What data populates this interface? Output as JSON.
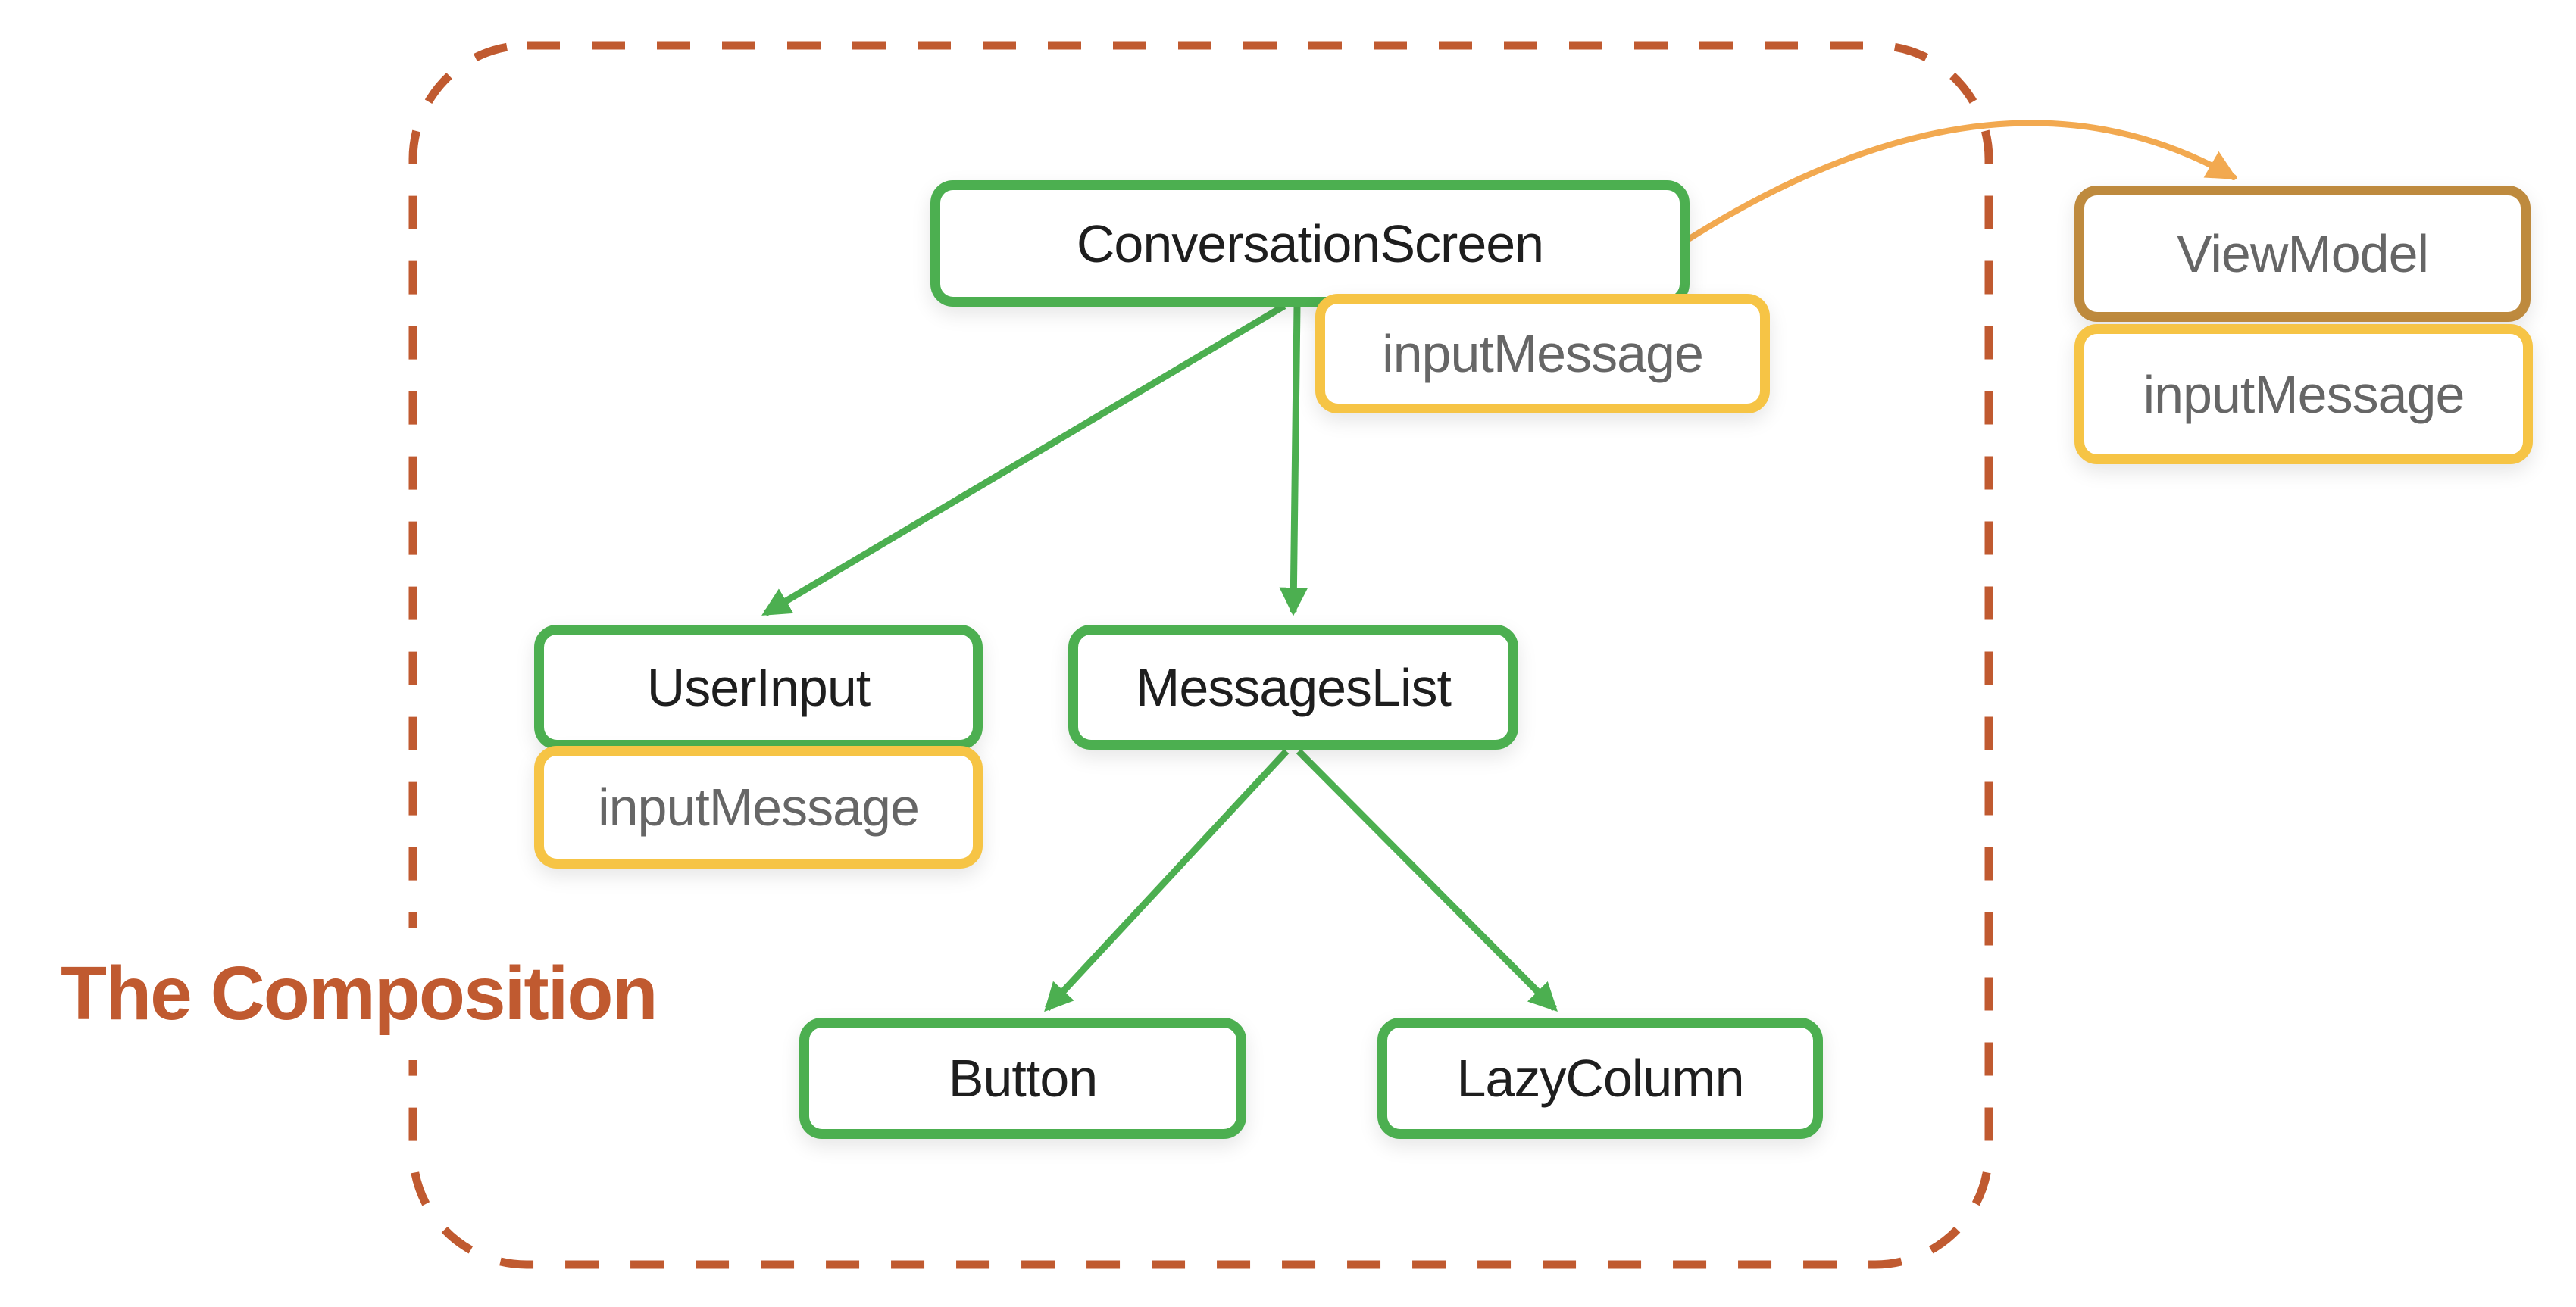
{
  "diagram": {
    "title": "The Composition",
    "boundary": {
      "name": "composition-boundary",
      "style": "dashed-rounded-rectangle",
      "color": "#C05A30"
    },
    "nodes": [
      {
        "id": "conversation-screen",
        "label": "ConversationScreen",
        "kind": "composable",
        "border": "green"
      },
      {
        "id": "conversation-screen-state",
        "label": "inputMessage",
        "kind": "state",
        "border": "yellow"
      },
      {
        "id": "view-model",
        "label": "ViewModel",
        "kind": "viewmodel",
        "border": "brown"
      },
      {
        "id": "view-model-state",
        "label": "inputMessage",
        "kind": "state",
        "border": "yellow"
      },
      {
        "id": "user-input",
        "label": "UserInput",
        "kind": "composable",
        "border": "green"
      },
      {
        "id": "user-input-state",
        "label": "inputMessage",
        "kind": "state",
        "border": "yellow"
      },
      {
        "id": "messages-list",
        "label": "MessagesList",
        "kind": "composable",
        "border": "green"
      },
      {
        "id": "button",
        "label": "Button",
        "kind": "composable",
        "border": "green"
      },
      {
        "id": "lazy-column",
        "label": "LazyColumn",
        "kind": "composable",
        "border": "green"
      }
    ],
    "edges": [
      {
        "from": "ConversationScreen",
        "to": "UserInput",
        "style": "straight",
        "color": "green",
        "arrowhead": "end"
      },
      {
        "from": "ConversationScreen",
        "to": "MessagesList",
        "style": "straight",
        "color": "green",
        "arrowhead": "end"
      },
      {
        "from": "MessagesList",
        "to": "Button",
        "style": "straight",
        "color": "green",
        "arrowhead": "end"
      },
      {
        "from": "MessagesList",
        "to": "LazyColumn",
        "style": "straight",
        "color": "green",
        "arrowhead": "end"
      },
      {
        "from": "ConversationScreen",
        "to": "ViewModel",
        "style": "curved",
        "color": "orange",
        "arrowhead": "end"
      }
    ]
  },
  "colors": {
    "green": "#4CAF50",
    "yellow": "#F6C445",
    "brown": "#BE8A3E",
    "orange": "#F2A950",
    "terracotta": "#C05A30",
    "ink": "#1E1E1E",
    "gray": "#666666",
    "bg": "#FFFFFF"
  }
}
